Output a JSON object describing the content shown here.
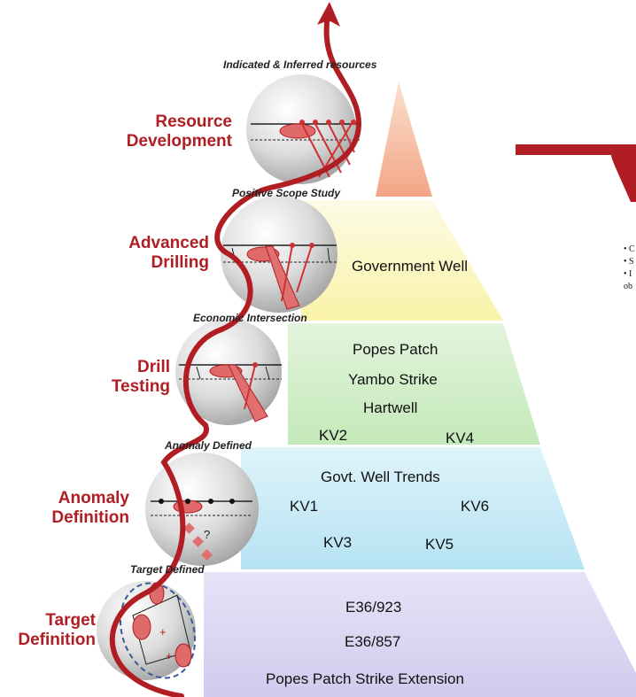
{
  "stages": [
    {
      "id": "resource-development",
      "line1": "Resource",
      "line2": "Development"
    },
    {
      "id": "advanced-drilling",
      "line1": "Advanced",
      "line2": "Drilling"
    },
    {
      "id": "drill-testing",
      "line1": "Drill",
      "line2": "Testing"
    },
    {
      "id": "anomaly-definition",
      "line1": "Anomaly",
      "line2": "Definition"
    },
    {
      "id": "target-definition",
      "line1": "Target",
      "line2": "Definition"
    }
  ],
  "milestones": {
    "indicated": "Indicated  & Inferred resources",
    "scope": "Positive Scope Study",
    "economic": "Economic Intersection",
    "anomaly": "Anomaly Defined",
    "target": "Target Defined"
  },
  "projects": {
    "government_well": "Government Well",
    "popes_patch": "Popes Patch",
    "yambo_strike": "Yambo Strike",
    "hartwell": "Hartwell",
    "kv2": "KV2",
    "kv4": "KV4",
    "govt_well_trends": "Govt. Well Trends",
    "kv1": "KV1",
    "kv6": "KV6",
    "kv3": "KV3",
    "kv5": "KV5",
    "e36_923": "E36/923",
    "e36_857": "E36/857",
    "popes_extension": "Popes Patch Strike Extension"
  },
  "bullets": [
    "• C",
    "• S",
    "• I",
    "ob"
  ],
  "colors": {
    "accent_red": "#b01e23",
    "tier_resource": "#f2a585",
    "tier_advanced": "#fbf6b4",
    "tier_drill": "#c9ecc0",
    "tier_anomaly": "#c2e8f5",
    "tier_target": "#d6d3f0",
    "sphere": "#d7d7d7"
  },
  "icons": [
    "up-arrow-icon",
    "drill-hole-icon",
    "ore-body-icon",
    "question-mark-icon"
  ]
}
